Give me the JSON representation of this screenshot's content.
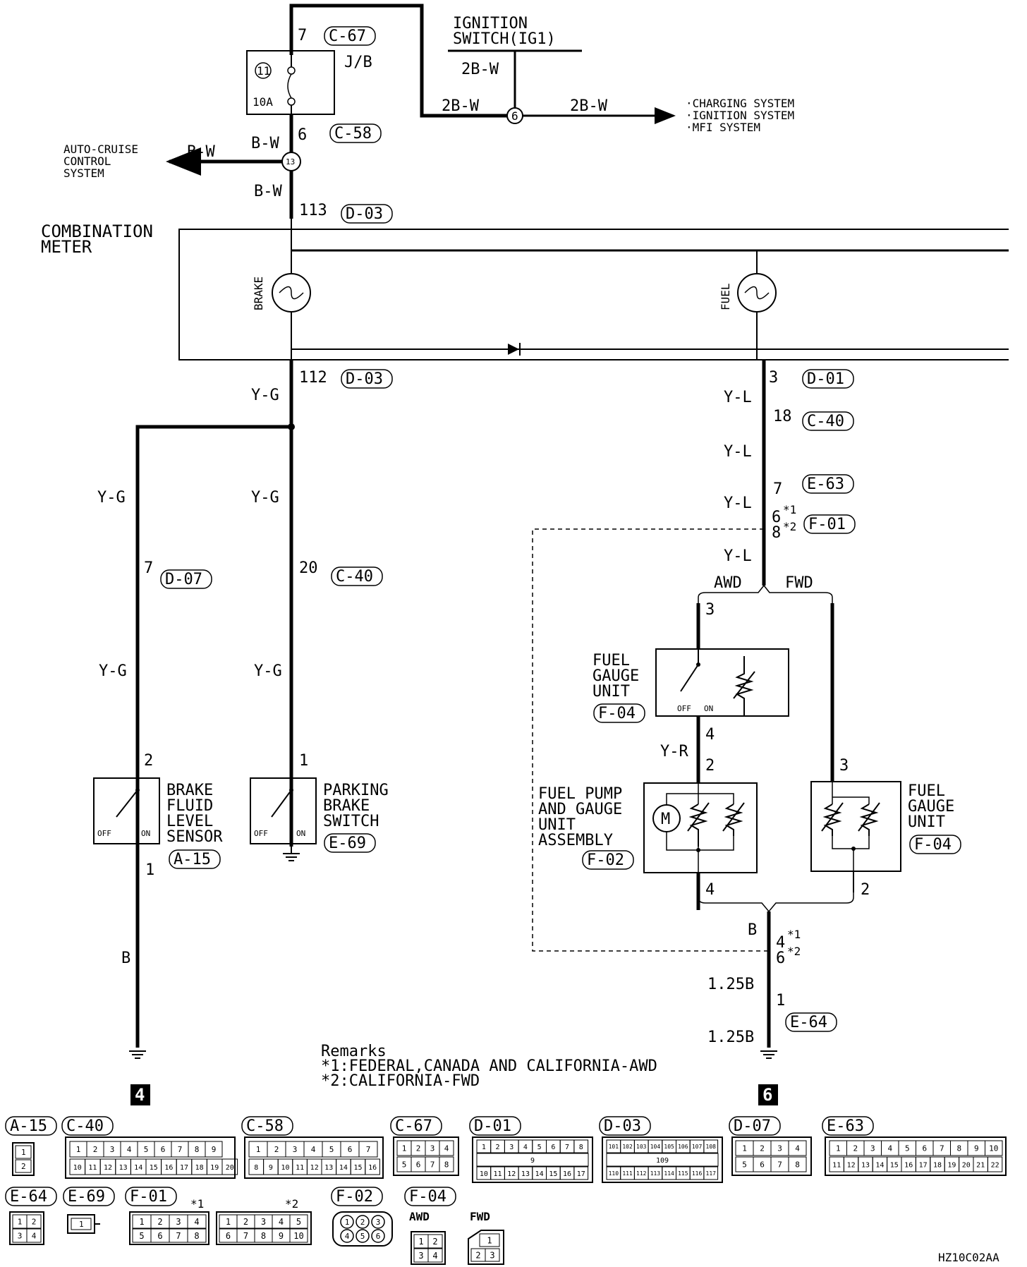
{
  "top": {
    "connector_c67": "C-67",
    "pin_c67": "7",
    "jb_label": "J/B",
    "fuse_no": "11",
    "fuse_amp": "10A",
    "pin_c58": "6",
    "connector_c58": "C-58",
    "wire_bw_1": "B-W",
    "wire_bw_2": "B-W",
    "wire_bw_3": "B-W",
    "splice_13": "13",
    "auto_cruise": [
      "AUTO-CRUISE",
      "CONTROL",
      "SYSTEM"
    ],
    "pin_113": "113",
    "connector_d03_top": "D-03",
    "ignition": [
      "IGNITION",
      "SWITCH(IG1)"
    ],
    "wire_2bw_1": "2B-W",
    "wire_2bw_2": "2B-W",
    "wire_2bw_3": "2B-W",
    "splice_6": "6",
    "systems": [
      "·CHARGING SYSTEM",
      "·IGNITION SYSTEM",
      "·MFI SYSTEM"
    ]
  },
  "meter": {
    "title": [
      "COMBINATION",
      "METER"
    ],
    "brake": "BRAKE",
    "fuel": "FUEL"
  },
  "left": {
    "pin_112": "112",
    "connector_d03_bot": "D-03",
    "wire_yg_main": "Y-G",
    "wire_yg_a": "Y-G",
    "wire_yg_b": "Y-G",
    "wire_yg_c": "Y-G",
    "wire_yg_d": "Y-G",
    "pin_7": "7",
    "connector_d07": "D-07",
    "pin_20": "20",
    "connector_c40": "C-40",
    "pin_2": "2",
    "pin_1a": "1",
    "pin_1b": "1",
    "brake_sensor": [
      "BRAKE",
      "FLUID",
      "LEVEL",
      "SENSOR"
    ],
    "connector_a15": "A-15",
    "parking_switch": [
      "PARKING",
      "BRAKE",
      "SWITCH"
    ],
    "connector_e69": "E-69",
    "off": "OFF",
    "on": "ON",
    "wire_b": "B",
    "ground_num": "4"
  },
  "right": {
    "pin_3": "3",
    "connector_d01": "D-01",
    "wire_yl_1": "Y-L",
    "wire_yl_2": "Y-L",
    "wire_yl_3": "Y-L",
    "wire_yl_4": "Y-L",
    "pin_18": "18",
    "connector_c40": "C-40",
    "pin_7": "7",
    "connector_e63": "E-63",
    "pin_6": "6",
    "pin_8": "8",
    "star1": "*1",
    "star2": "*2",
    "connector_f01": "F-01",
    "awd": "AWD",
    "fwd": "FWD",
    "pin_3a": "3",
    "pin_4a": "4",
    "pin_2a": "2",
    "pin_3b": "3",
    "pin_4b": "4",
    "pin_2b": "2",
    "fuel_gauge_unit": [
      "FUEL",
      "GAUGE",
      "UNIT"
    ],
    "connector_f04_a": "F-04",
    "connector_f04_b": "F-04",
    "off": "OFF",
    "on": "ON",
    "wire_yr": "Y-R",
    "fuel_pump": [
      "FUEL PUMP",
      "AND GAUGE",
      "UNIT",
      "ASSEMBLY"
    ],
    "connector_f02": "F-02",
    "fuel_gauge_unit_fwd": [
      "FUEL",
      "GAUGE",
      "UNIT"
    ],
    "wire_b": "B",
    "pin_4c": "4",
    "pin_6c": "6",
    "wire_125b_1": "1.25B",
    "wire_125b_2": "1.25B",
    "pin_1c": "1",
    "connector_e64": "E-64",
    "ground_num": "6"
  },
  "remarks": {
    "title": "Remarks",
    "r1": "*1:FEDERAL,CANADA AND CALIFORNIA-AWD",
    "r2": "*2:CALIFORNIA-FWD"
  },
  "connectors_row1": [
    "A-15",
    "C-40",
    "C-58",
    "C-67",
    "D-01",
    "D-03",
    "D-07",
    "E-63"
  ],
  "connectors_row2": [
    "E-64",
    "E-69",
    "F-01",
    "F-02",
    "F-04"
  ],
  "row2_notes": {
    "star1": "*1",
    "star2": "*2",
    "awd": "AWD",
    "fwd": "FWD"
  },
  "pins": {
    "a15": [
      "1",
      "2"
    ],
    "c40_top": [
      "1",
      "2",
      "3",
      "4",
      "5",
      "6",
      "7",
      "8",
      "9"
    ],
    "c40_bot": [
      "10",
      "11",
      "12",
      "13",
      "14",
      "15",
      "16",
      "17",
      "18",
      "19",
      "20"
    ],
    "c58_top": [
      "1",
      "2",
      "3",
      "4",
      "5",
      "6",
      "7"
    ],
    "c58_bot": [
      "8",
      "9",
      "10",
      "11",
      "12",
      "13",
      "14",
      "15",
      "16"
    ],
    "c67": [
      "1",
      "2",
      "3",
      "4",
      "5",
      "6",
      "7",
      "8"
    ],
    "d01_top": [
      "1",
      "2",
      "3",
      "4",
      "5",
      "6",
      "7",
      "8"
    ],
    "d01_mid": "9",
    "d01_bot": [
      "10",
      "11",
      "12",
      "13",
      "14",
      "15",
      "16",
      "17"
    ],
    "d03_top": [
      "101",
      "102",
      "103",
      "104",
      "105",
      "106",
      "107",
      "108"
    ],
    "d03_mid": "109",
    "d03_bot": [
      "110",
      "111",
      "112",
      "113",
      "114",
      "115",
      "116",
      "117"
    ],
    "d07": [
      "1",
      "2",
      "3",
      "4",
      "5",
      "6",
      "7",
      "8"
    ],
    "e63_top": [
      "1",
      "2",
      "3",
      "4",
      "5",
      "6",
      "7",
      "8",
      "9",
      "10"
    ],
    "e63_bot": [
      "11",
      "12",
      "13",
      "14",
      "15",
      "16",
      "17",
      "18",
      "19",
      "20",
      "21",
      "22"
    ],
    "e64": [
      "1",
      "2",
      "3",
      "4"
    ],
    "e69": "1",
    "f01a": [
      "1",
      "2",
      "3",
      "4",
      "5",
      "6",
      "7",
      "8"
    ],
    "f01b": [
      "1",
      "2",
      "3",
      "4",
      "5",
      "6",
      "7",
      "8",
      "9",
      "10"
    ],
    "f02": [
      "1",
      "2",
      "3",
      "4",
      "5",
      "6"
    ],
    "f04_awd": [
      "1",
      "2",
      "3",
      "4"
    ],
    "f04_fwd": [
      "1",
      "2",
      "3"
    ]
  },
  "figure_code": "HZ10C02AA"
}
